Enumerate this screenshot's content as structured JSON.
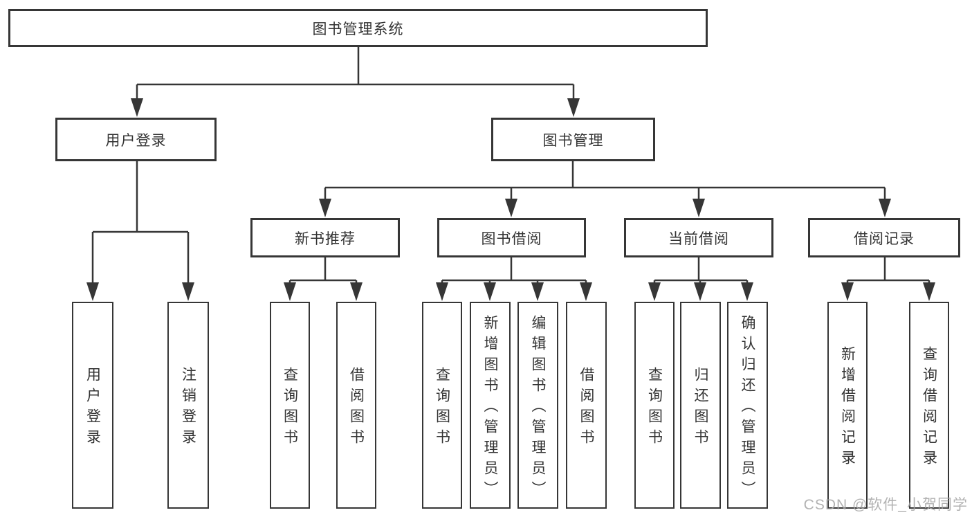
{
  "title": "图书管理系统",
  "tree": {
    "root": {
      "label": "图书管理系统"
    },
    "branches": [
      {
        "label": "用户登录",
        "children": [
          {
            "label": "用户登录"
          },
          {
            "label": "注销登录"
          }
        ]
      },
      {
        "label": "图书管理",
        "children": [
          {
            "label": "新书推荐",
            "children": [
              {
                "label": "查询图书"
              },
              {
                "label": "借阅图书"
              }
            ]
          },
          {
            "label": "图书借阅",
            "children": [
              {
                "label": "查询图书"
              },
              {
                "label": "新增图书（管理员）"
              },
              {
                "label": "编辑图书（管理员）"
              },
              {
                "label": "借阅图书"
              }
            ]
          },
          {
            "label": "当前借阅",
            "children": [
              {
                "label": "查询图书"
              },
              {
                "label": "归还图书"
              },
              {
                "label": "确认归还（管理员）"
              }
            ]
          },
          {
            "label": "借阅记录",
            "children": [
              {
                "label": "新增借阅记录"
              },
              {
                "label": "查询借阅记录"
              }
            ]
          }
        ]
      }
    ]
  },
  "watermark": "CSDN @软件_小贺同学",
  "colors": {
    "line": "#363636",
    "border": "#363636",
    "text": "#333333",
    "background": "#ffffff",
    "watermark": "#a5a5a5"
  }
}
